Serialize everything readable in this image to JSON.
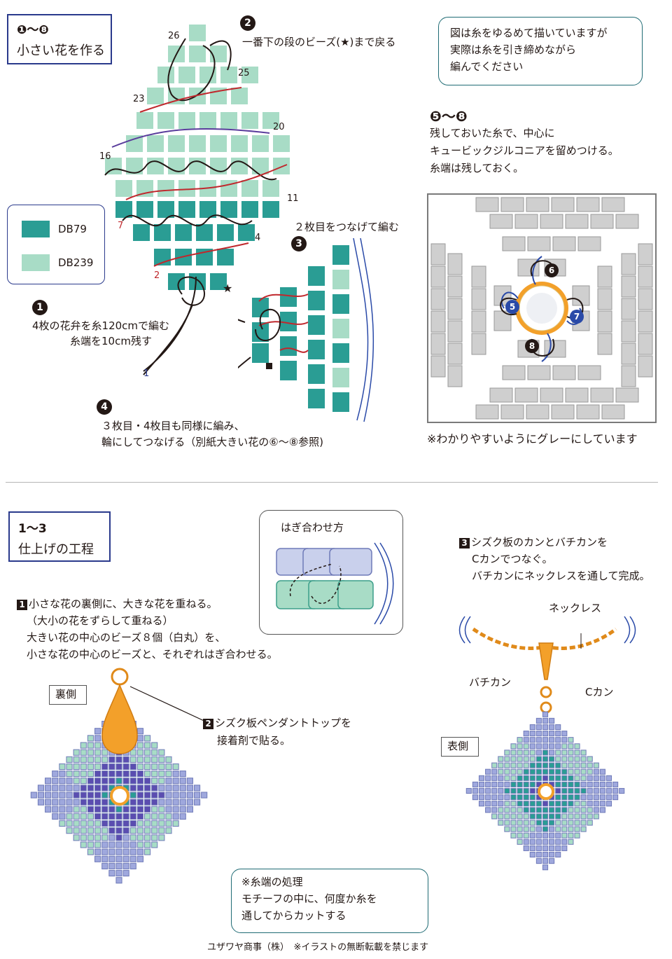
{
  "section1": {
    "heading_num": "❶〜❽",
    "heading_title": "小さい花を作る",
    "legend": [
      {
        "code": "DB79",
        "color": "#2a9d94"
      },
      {
        "code": "DB239",
        "color": "#a8dcc6"
      }
    ],
    "step1_num": "1",
    "step1_lines": [
      "4枚の花弁を糸120cmで編む",
      "糸端を10cm残す"
    ],
    "step2_num": "2",
    "step2_text": "一番下の段のビーズ(★)まで戻る",
    "step3_num": "3",
    "step3_text": "２枚目をつなげて編む",
    "step4_num": "4",
    "step4_lines": [
      "３枚目・4枚目も同様に編み、",
      "輪にしてつなげる（別紙大きい花の⑥〜⑧参照)"
    ],
    "row_labels": [
      "26",
      "25",
      "23",
      "20",
      "16",
      "11",
      "7",
      "4",
      "2",
      "1"
    ],
    "note_lines": [
      "図は糸をゆるめて描いていますが",
      "実際は糸を引き締めながら",
      "編んでください"
    ],
    "sub_heading": "❺〜❽",
    "sub_lines": [
      "残しておいた糸で、中心に",
      "キュービックジルコニアを留めつける。",
      "糸端は残しておく。"
    ],
    "center_labels": [
      "6",
      "5",
      "7",
      "8"
    ],
    "gray_note": "※わかりやすいようにグレーにしています"
  },
  "section2": {
    "heading_num": "1〜3",
    "heading_title": "仕上げの工程",
    "join_title": "はぎ合わせ方",
    "step1_num": "1",
    "step1_lines": [
      "小さな花の裏側に、大きな花を重ねる。",
      "（大小の花をずらして重ねる）",
      "大きい花の中心のビーズ８個（白丸）を、",
      "小さな花の中心のビーズと、それぞれはぎ合わせる。"
    ],
    "back_label": "裏側",
    "step2_num": "2",
    "step2_lines": [
      "シズク板ペンダントトップを",
      "接着剤で貼る。"
    ],
    "step3_num": "3",
    "step3_lines": [
      "シズク板のカンとバチカンを",
      "Cカンでつなぐ。",
      "バチカンにネックレスを通して完成。"
    ],
    "necklace_label": "ネックレス",
    "bail_label": "バチカン",
    "cring_label": "Cカン",
    "front_label": "表側",
    "end_note_lines": [
      "※糸端の処理",
      "モチーフの中に、何度か糸を",
      "通してからカットする"
    ],
    "footer": "ユザワヤ商事（株）　※イラストの無断転載を禁じます"
  },
  "colors": {
    "dark_teal": "#2a9d94",
    "light_mint": "#a8dcc6",
    "lavender": "#9fa8dd",
    "purple": "#5b4db0",
    "orange": "#f3a02a",
    "gray_bead": "#cfcfcf",
    "thread_red": "#c0282d",
    "thread_purple": "#5a3d9c",
    "thread_blue": "#2a4aa8",
    "frame_navy": "#2a3a8c"
  }
}
